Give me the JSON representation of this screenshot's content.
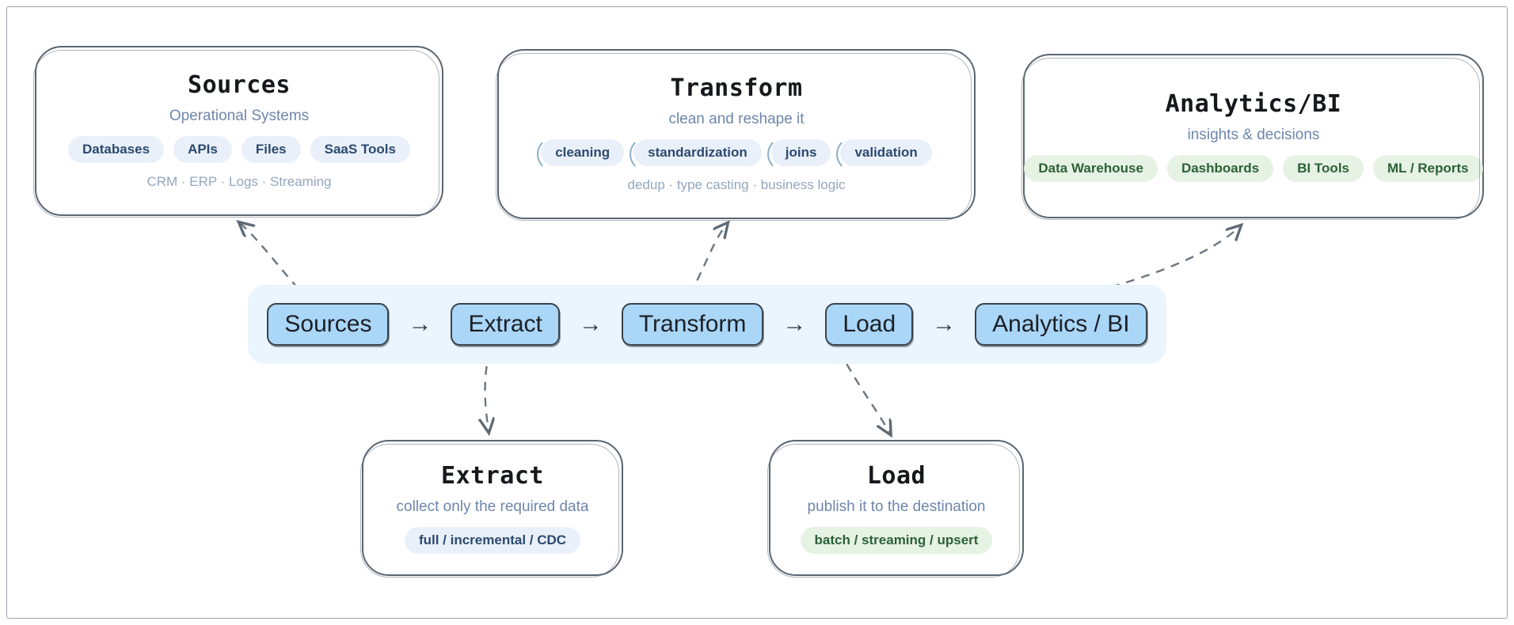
{
  "diagram": {
    "title_font_style": "handwritten-mono",
    "accent_blue": "#aad6f7",
    "accent_blue_soft": "#eaf5fd",
    "chip_blue_bg": "#eaf0fa",
    "chip_blue_fg": "#2c4a6e",
    "chip_green_bg": "#e6f2e4",
    "chip_green_fg": "#2c6138",
    "stroke": "#5b6570"
  },
  "cards": {
    "sources": {
      "title": "Sources",
      "subtitle": "Operational Systems",
      "chips": [
        "Databases",
        "APIs",
        "Files",
        "SaaS Tools"
      ],
      "footnote": "CRM · ERP · Logs · Streaming"
    },
    "transform": {
      "title": "Transform",
      "subtitle": "clean and reshape it",
      "chips": [
        "cleaning",
        "standardization",
        "joins",
        "validation"
      ],
      "footnote": "dedup · type casting · business logic"
    },
    "analytics": {
      "title": "Analytics/BI",
      "subtitle": "insights & decisions",
      "chips": [
        "Data Warehouse",
        "Dashboards",
        "BI Tools",
        "ML / Reports"
      ],
      "footnote": ""
    },
    "extract": {
      "title": "Extract",
      "subtitle": "collect only the required data",
      "chips": [
        "full / incremental / CDC"
      ],
      "footnote": ""
    },
    "load": {
      "title": "Load",
      "subtitle": "publish it to the destination",
      "chips": [
        "batch / streaming / upsert"
      ],
      "footnote": ""
    }
  },
  "pipeline": {
    "nodes": [
      "Sources",
      "Extract",
      "Transform",
      "Load",
      "Analytics / BI"
    ],
    "arrow_glyph": "→"
  }
}
